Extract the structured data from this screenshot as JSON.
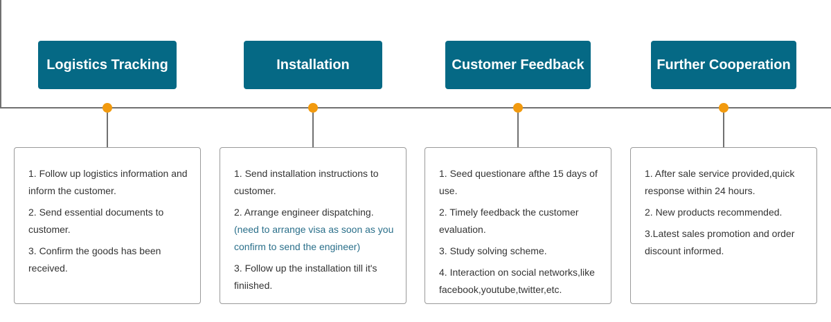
{
  "colors": {
    "title_bg": "#056985",
    "title_text": "#ffffff",
    "dot": "#f29a0e",
    "line": "#707070",
    "note_text": "#2a6f8a",
    "body_text": "#333333"
  },
  "stages": [
    {
      "title": "Logistics Tracking",
      "items": [
        "1. Follow up logistics information and inform the customer.",
        "2. Send essential documents to customer.",
        "3. Confirm the goods has been received."
      ]
    },
    {
      "title": "Installation",
      "items": [
        "1. Send installation instructions to customer.",
        "2. Arrange engineer dispatching.",
        "3. Follow up the installation till it's finiished."
      ],
      "note": "(need to arrange visa as soon as you confirm to send the engineer)"
    },
    {
      "title": "Customer Feedback",
      "items": [
        "1. Seed questionare afthe 15 days of use.",
        "2. Timely feedback the customer evaluation.",
        "3. Study solving scheme.",
        "4. Interaction on social networks,like facebook,youtube,twitter,etc."
      ]
    },
    {
      "title": "Further Cooperation",
      "items": [
        "1. After sale service provided,quick response within 24 hours.",
        "2. New products recommended.",
        "3.Latest sales promotion and order discount informed."
      ]
    }
  ]
}
